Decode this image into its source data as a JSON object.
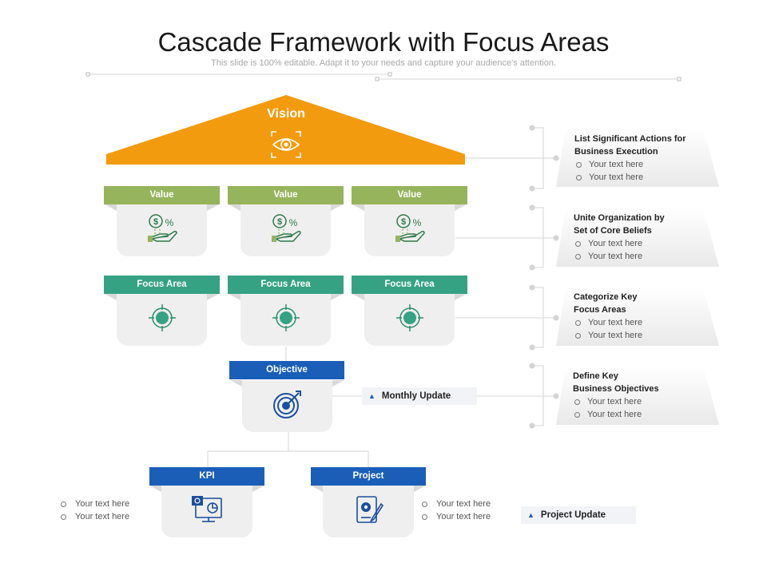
{
  "title": "Cascade Framework with Focus Areas",
  "subtitle": "This slide is 100% editable. Adapt it to your needs and capture your audience's attention.",
  "vision": {
    "label": "Vision",
    "color": "#f29b0f"
  },
  "values": {
    "color": "#96b45c",
    "items": [
      {
        "label": "Value"
      },
      {
        "label": "Value"
      },
      {
        "label": "Value"
      }
    ]
  },
  "focus_areas": {
    "color": "#35a283",
    "items": [
      {
        "label": "Focus Area"
      },
      {
        "label": "Focus Area"
      },
      {
        "label": "Focus Area"
      }
    ]
  },
  "objective": {
    "label": "Objective",
    "color": "#1a5eb8"
  },
  "kpi": {
    "label": "KPI",
    "color": "#1a5eb8",
    "bullets": [
      "Your text here",
      "Your text here"
    ]
  },
  "project": {
    "label": "Project",
    "color": "#1a5eb8",
    "bullets": [
      "Your text here",
      "Your text here"
    ]
  },
  "tags": {
    "monthly_update": "Monthly Update",
    "project_update": "Project Update"
  },
  "notes": [
    {
      "heading_1": "List Significant Actions for",
      "heading_2": "Business Execution",
      "bullets": [
        "Your text here",
        "Your text here"
      ]
    },
    {
      "heading_1": "Unite Organization by",
      "heading_2": "Set of Core Beliefs",
      "bullets": [
        "Your text here",
        "Your text here"
      ]
    },
    {
      "heading_1": "Categorize Key",
      "heading_2": "Focus Areas",
      "bullets": [
        "Your text here",
        "Your text here"
      ]
    },
    {
      "heading_1": "Define Key",
      "heading_2": "Business Objectives",
      "bullets": [
        "Your text here",
        "Your text here"
      ]
    }
  ]
}
